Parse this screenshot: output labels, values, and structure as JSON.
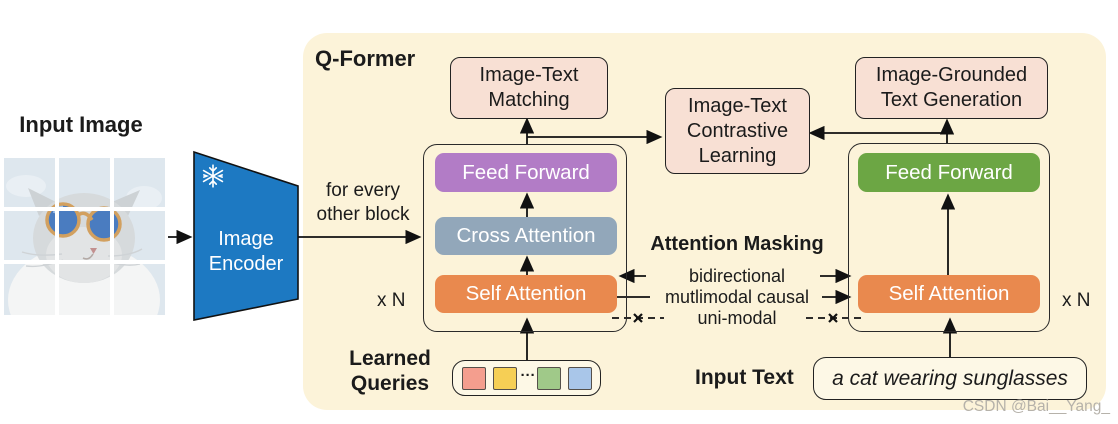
{
  "labels": {
    "input_image": "Input Image",
    "qformer": "Q-Former",
    "image_encoder": "Image\nEncoder",
    "for_every_other_block": "for every\nother block",
    "repeat_left": "x N",
    "repeat_right": "x N",
    "learned_queries": "Learned\nQueries",
    "input_text": "Input Text",
    "queries_dots": "···"
  },
  "objectives": {
    "itm": "Image-Text\nMatching",
    "itc": "Image-Text\nContrastive\nLearning",
    "itg": "Image-Grounded\nText Generation"
  },
  "left_block": {
    "layers": [
      "Feed Forward",
      "Cross Attention",
      "Self Attention"
    ]
  },
  "right_block": {
    "layers": [
      "Feed Forward",
      "Self Attention"
    ]
  },
  "attention_masking": {
    "title": "Attention Masking",
    "rows": [
      "bidirectional",
      "mutlimodal causal",
      "uni-modal"
    ]
  },
  "input_text_value": "a cat wearing sunglasses",
  "watermark": "CSDN @Bai__Yang_",
  "colors": {
    "panel_bg": "#fcf3d9",
    "objective_bg": "#f8e0d4",
    "feed_forward_left": "#b27cc6",
    "cross_attention": "#92a7ba",
    "self_attention": "#e9894e",
    "feed_forward_right": "#6ca644",
    "encoder_blue": "#1d79c2",
    "query_colors": [
      "#f49e8e",
      "#f6cf55",
      "#a0c989",
      "#a9c6e9"
    ]
  }
}
